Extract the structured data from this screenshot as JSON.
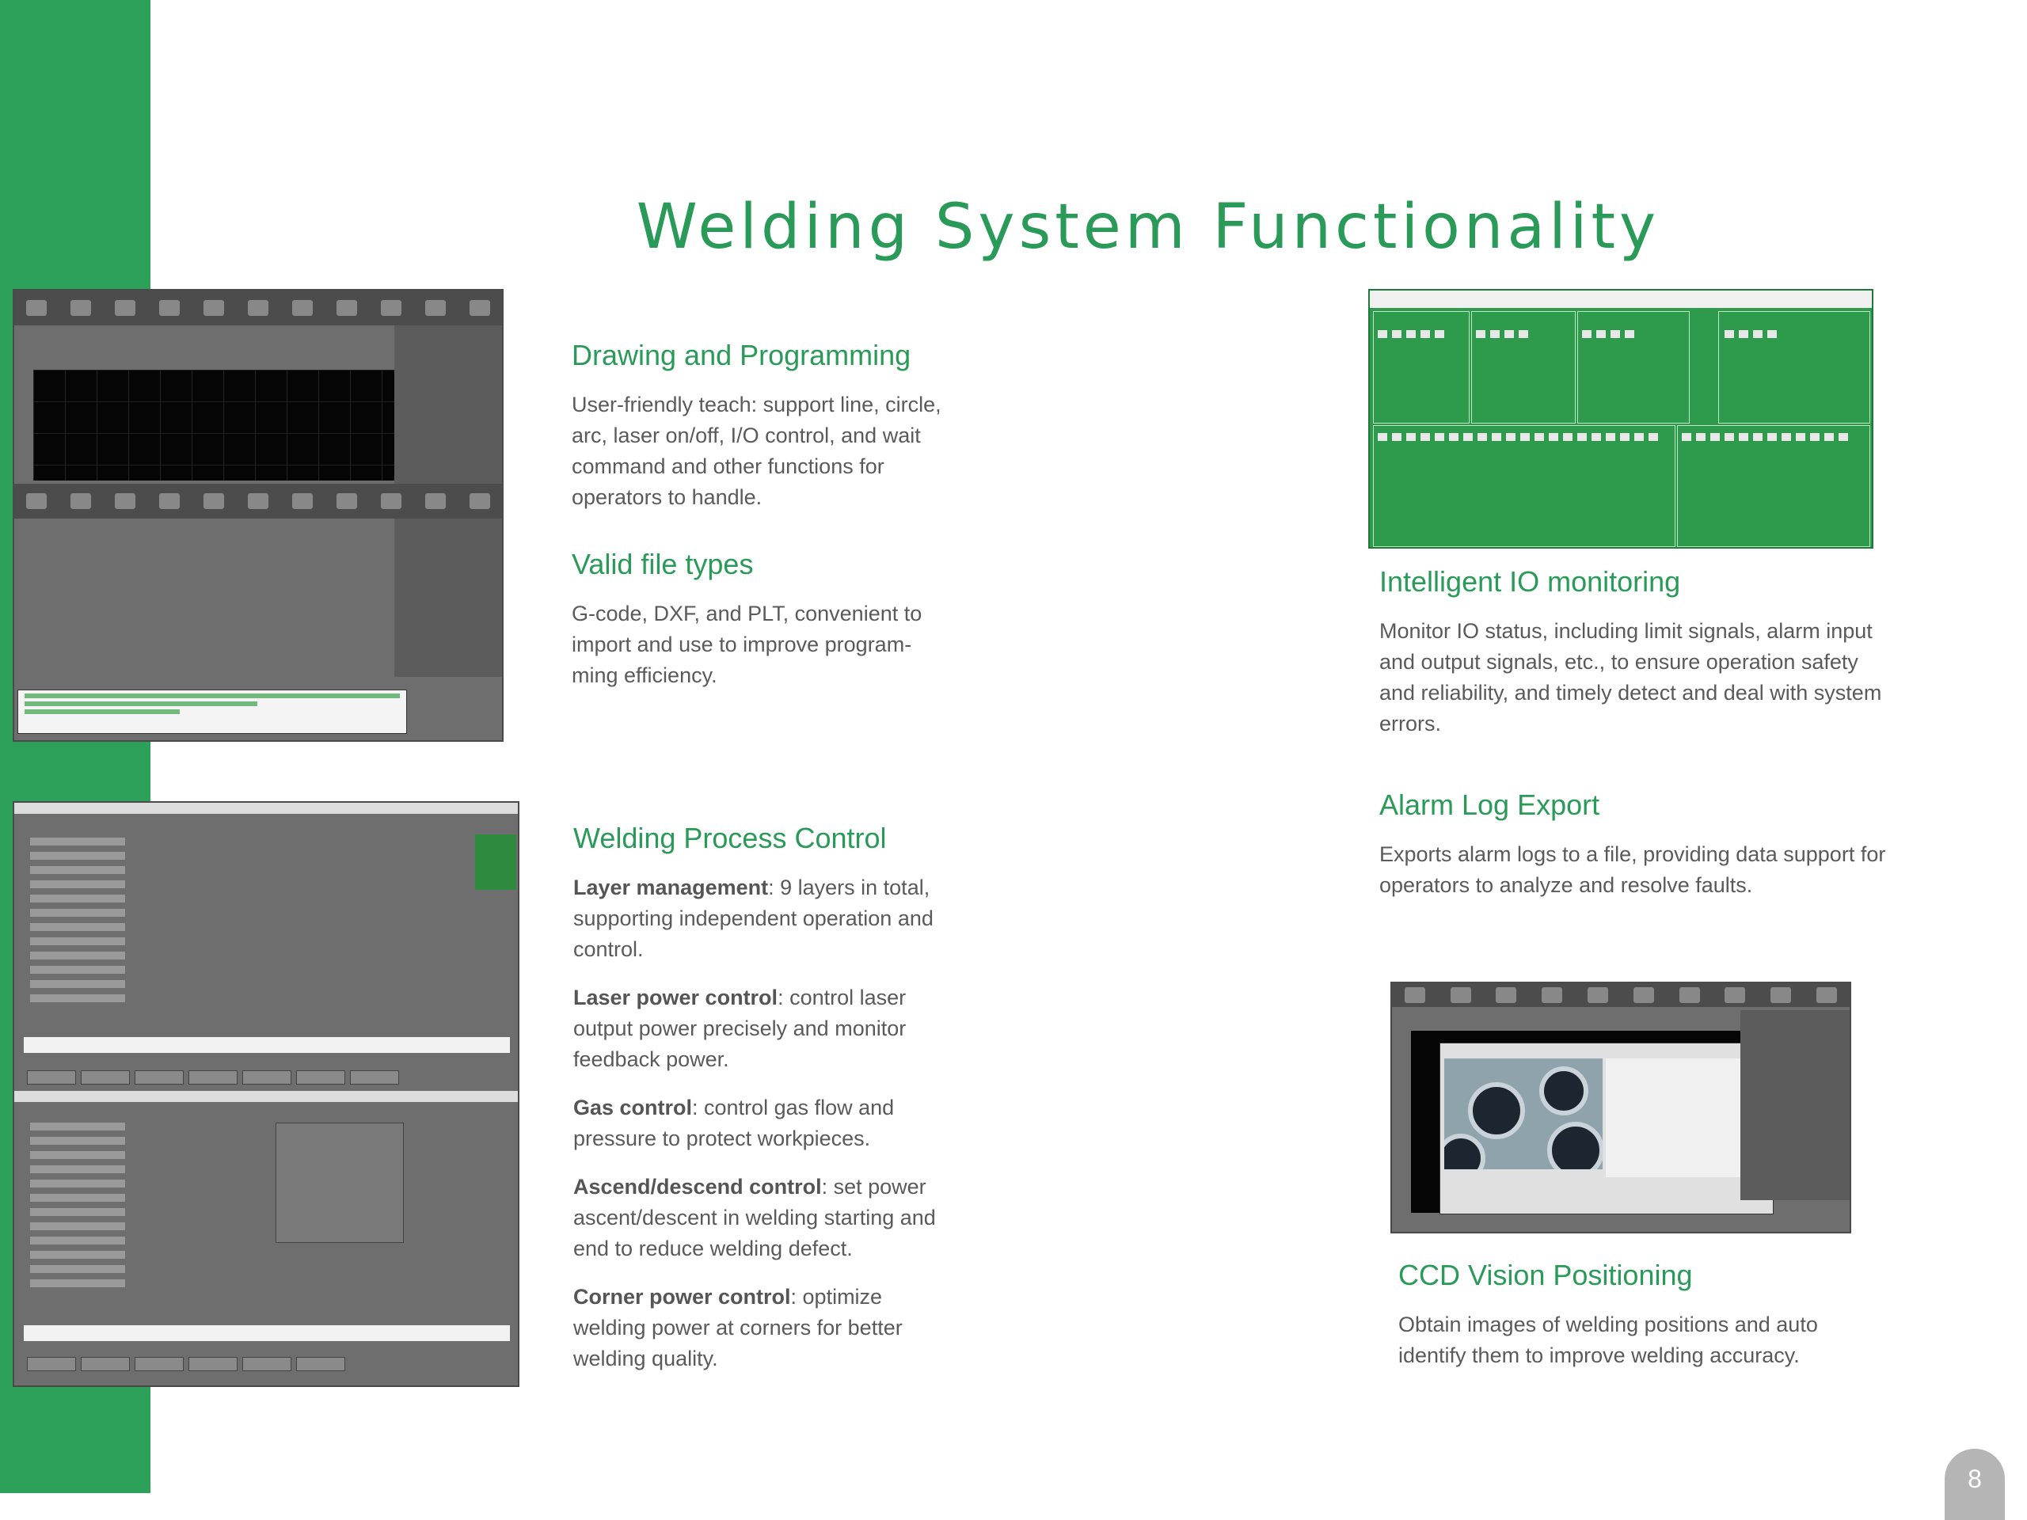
{
  "page": {
    "title": "Welding System Functionality",
    "page_number": "8"
  },
  "sections": {
    "drawing": {
      "heading": "Drawing and Programming",
      "body": "User-friendly teach: support line, circle, arc, laser on/off, I/O control, and wait command and other functions for operators to handle."
    },
    "filetypes": {
      "heading": "Valid file types",
      "body": "G-code, DXF, and PLT, convenient to import and use to improve program-ming efficiency."
    },
    "process": {
      "heading": "Welding Process Control",
      "items": [
        {
          "label": "Layer management",
          "text": ": 9 layers in total, supporting independent operation and control."
        },
        {
          "label": "Laser power control",
          "text": ": control laser output power precisely and monitor feedback power."
        },
        {
          "label": "Gas control",
          "text": ": control gas flow and pressure to protect workpieces."
        },
        {
          "label": "Ascend/descend control",
          "text": ": set power ascent/descent in welding starting and end to reduce welding defect."
        },
        {
          "label": "Corner power control",
          "text": ": optimize welding power at corners for better welding quality."
        }
      ]
    },
    "io": {
      "heading": "Intelligent IO monitoring",
      "body": "Monitor IO status, including limit signals, alarm input and output signals, etc., to ensure operation safety and reliability, and timely detect and deal with system errors."
    },
    "alarm": {
      "heading": "Alarm Log Export",
      "body": "Exports alarm logs to a file, providing data support for operators to analyze and resolve faults."
    },
    "ccd": {
      "heading": "CCD Vision Positioning",
      "body": "Obtain images of welding positions and auto identify them to improve welding accuracy."
    }
  },
  "colors": {
    "brand_green": "#2da05a",
    "heading_green": "#2a9a58",
    "screenshot_gray": "#6e6e6e"
  }
}
